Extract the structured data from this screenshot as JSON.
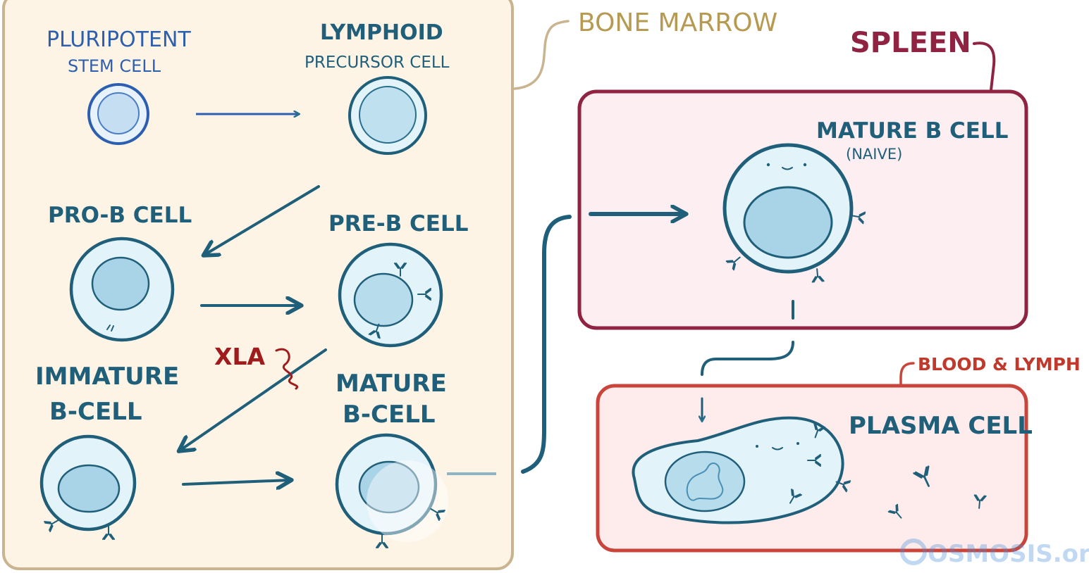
{
  "regions": {
    "bone_marrow": "BONE MARROW",
    "spleen": "SPLEEN",
    "blood_lymph": "BLOOD & LYMPH"
  },
  "cells": {
    "pluripotent": {
      "line1": "PLURIPOTENT",
      "line2": "STEM CELL"
    },
    "lymphoid": {
      "line1": "LYMPHOID",
      "line2": "PRECURSOR CELL"
    },
    "pro_b": {
      "label": "PRO-B CELL"
    },
    "pre_b": {
      "label": "PRE-B CELL"
    },
    "immature_b": {
      "line1": "IMMATURE",
      "line2": "B-CELL"
    },
    "mature_b_marrow": {
      "line1": "MATURE",
      "line2": "B-CELL"
    },
    "mature_b_spleen": {
      "line1": "MATURE B CELL",
      "line2": "(NAIVE)"
    },
    "plasma": {
      "label": "PLASMA CELL"
    }
  },
  "annotation": {
    "xla": "XLA"
  },
  "watermark": {
    "brand": "OSMOSIS.org"
  },
  "colors": {
    "marrow_bg": "#fdf4e6",
    "marrow_border": "#c9b48f",
    "spleen_bg": "#fdeef1",
    "spleen_border": "#8f2341",
    "blood_bg": "#fdeceb",
    "blood_border": "#c9443a",
    "cell_outline": "#1f5f7a",
    "cell_fill": "#e3f3fa",
    "nucleus_fill": "#a9d3e6",
    "arrow": "#2a6f8e"
  }
}
